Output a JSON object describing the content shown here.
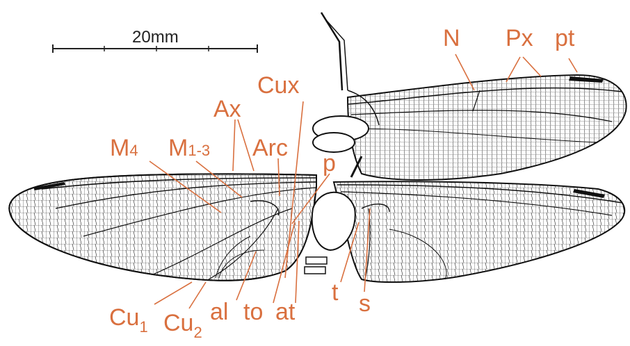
{
  "figure": {
    "scale_bar_label": "20mm",
    "labels": {
      "N": "N",
      "Px": "Px",
      "pt": "pt",
      "Cux": "Cux",
      "Ax": "Ax",
      "M4_main": "M",
      "M4_sub": "4",
      "M13_main": "M",
      "M13_sub": "1-3",
      "Arc": "Arc",
      "p": "p",
      "Cu1_main": "Cu",
      "Cu1_sub": "1",
      "Cu2_main": "Cu",
      "Cu2_sub": "2",
      "al": "al",
      "to": "to",
      "at": "at",
      "t": "t",
      "s": "s"
    },
    "colors": {
      "label": "#d9703f",
      "ink": "#1a1a1a",
      "background": "#ffffff"
    }
  }
}
